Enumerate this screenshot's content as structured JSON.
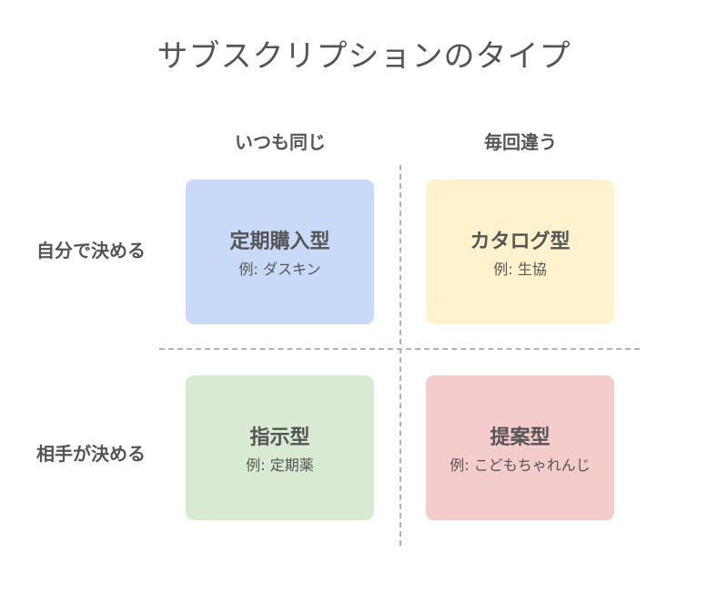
{
  "title": "サブスクリプションのタイプ",
  "columns": [
    {
      "label": "いつも同じ"
    },
    {
      "label": "毎回違う"
    }
  ],
  "rows": [
    {
      "label": "自分で決める"
    },
    {
      "label": "相手が決める"
    }
  ],
  "cards": [
    {
      "title": "定期購入型",
      "example": "例: ダスキン",
      "color": "#c9daf8"
    },
    {
      "title": "カタログ型",
      "example": "例: 生協",
      "color": "#fff2cc"
    },
    {
      "title": "指示型",
      "example": "例: 定期薬",
      "color": "#d9ead3"
    },
    {
      "title": "提案型",
      "example": "例: こどもちゃれんじ",
      "color": "#f4cccc"
    }
  ]
}
